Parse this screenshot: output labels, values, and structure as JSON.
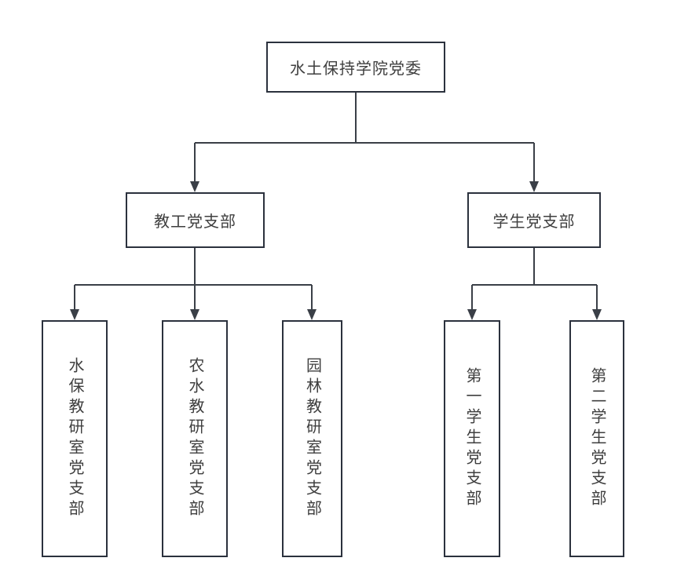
{
  "chart": {
    "root": {
      "label": "水土保持学院党委"
    },
    "branches": [
      {
        "label": "教工党支部",
        "children": [
          {
            "label": "水保教研室党支部"
          },
          {
            "label": "农水教研室党支部"
          },
          {
            "label": "园林教研室党支部"
          }
        ]
      },
      {
        "label": "学生党支部",
        "children": [
          {
            "label": "第一学生党支部"
          },
          {
            "label": "第二学生党支部"
          }
        ]
      }
    ]
  },
  "colors": {
    "box_border": "#2b313d",
    "connector": "#3a3f47",
    "text": "#3f3f3f",
    "background": "#ffffff"
  }
}
